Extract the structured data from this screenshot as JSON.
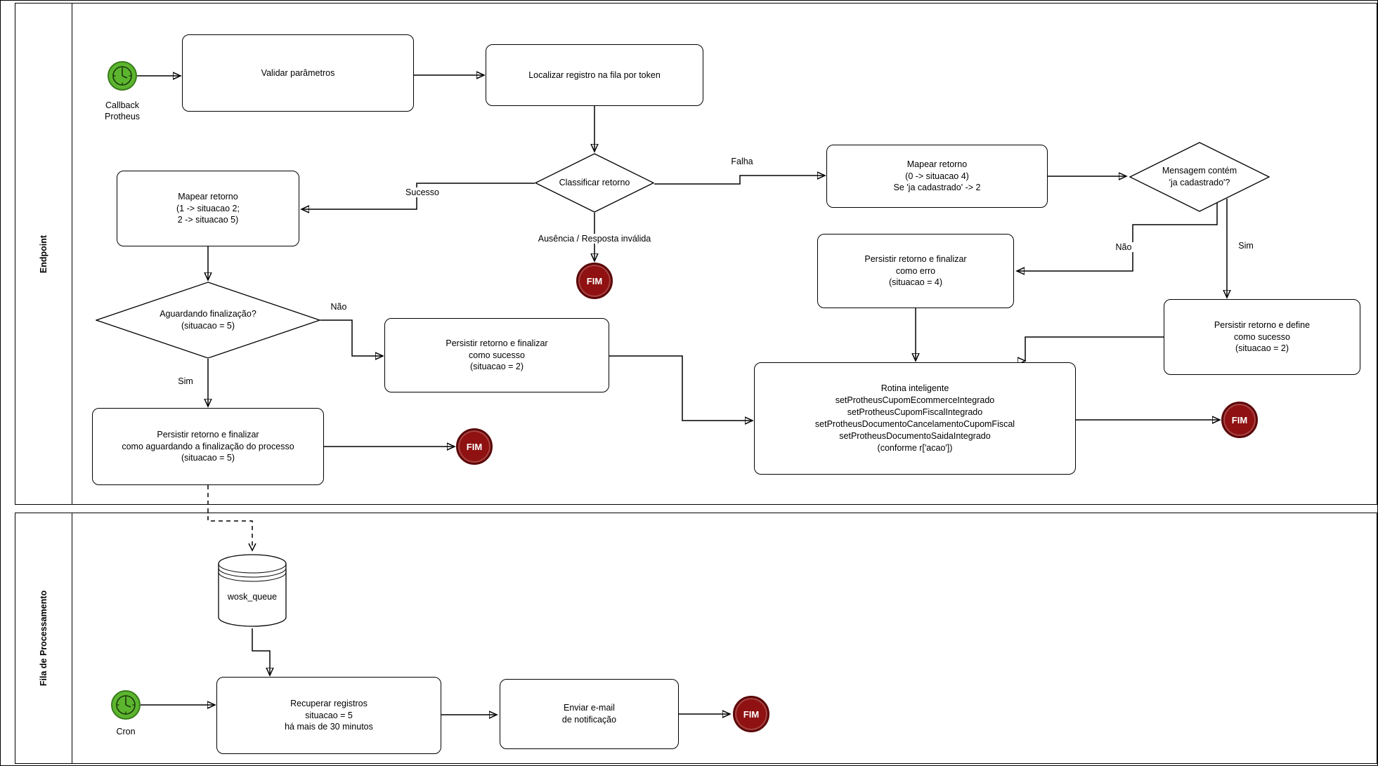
{
  "diagram": {
    "lanes": [
      {
        "label": "Endpoint"
      },
      {
        "label": "Fila de Processamento"
      }
    ],
    "events": {
      "start_callback": {
        "label": "Callback\nProtheus"
      },
      "start_cron": {
        "label": "Cron"
      },
      "end_label": "FIM"
    },
    "tasks": {
      "validar": {
        "label": "Validar parâmetros"
      },
      "localizar": {
        "label": "Localizar registro na fila por token"
      },
      "mapear_sucesso": {
        "label": "Mapear retorno\n(1 -> situacao 2;\n2 -> situacao 5)"
      },
      "mapear_falha": {
        "label": "Mapear retorno\n(0 -> situacao 4)\nSe 'ja cadastrado' -> 2"
      },
      "persistir_sucesso": {
        "label": "Persistir retorno e finalizar\ncomo sucesso\n(situacao = 2)"
      },
      "persistir_aguardando": {
        "label": "Persistir retorno e finalizar\ncomo aguardando a finalização do processo\n(situacao = 5)"
      },
      "persistir_erro": {
        "label": "Persistir retorno e finalizar\ncomo erro\n(situacao = 4)"
      },
      "persistir_define_sucesso": {
        "label": "Persistir retorno e define\ncomo sucesso\n(situacao = 2)"
      },
      "rotina": {
        "label": "Rotina inteligente\nsetProtheusCupomEcommerceIntegrado\nsetProtheusCupomFiscalIntegrado\nsetProtheusDocumentoCancelamentoCupomFiscal\nsetProtheusDocumentoSaidaIntegrado\n(conforme r['acao'])"
      },
      "recuperar": {
        "label": "Recuperar registros\nsituacao = 5\nhá mais de 30 minutos"
      },
      "enviar": {
        "label": "Enviar e-mail\nde notificação"
      }
    },
    "gateways": {
      "classificar": {
        "label": "Classificar retorno"
      },
      "aguardando": {
        "label": "Aguardando finalização?\n(situacao = 5)"
      },
      "mensagem": {
        "label": "Mensagem contém\n'ja cadastrado'?"
      }
    },
    "datastore": {
      "wosk_queue": {
        "label": "wosk_queue"
      }
    },
    "edge_labels": {
      "sucesso": "Sucesso",
      "falha": "Falha",
      "ausencia": "Ausência / Resposta inválida",
      "nao1": "Não",
      "sim1": "Sim",
      "nao2": "Não",
      "sim2": "Sim"
    },
    "colors": {
      "start_fill": "#5CB52E",
      "start_stroke": "#3A7D1C",
      "end_fill": "#8F1111",
      "end_stroke": "#5C0707",
      "line": "#000000"
    }
  }
}
